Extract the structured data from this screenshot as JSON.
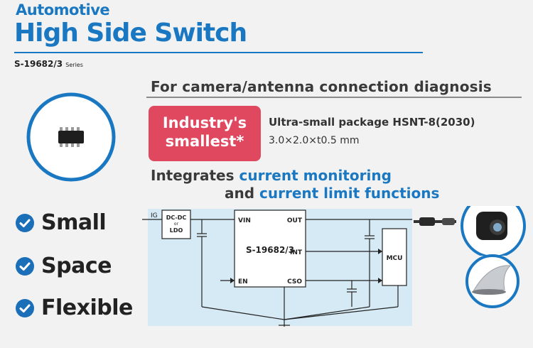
{
  "title": {
    "line1": "Automotive",
    "line2": "High Side Switch"
  },
  "part": {
    "number": "S-19682/3",
    "suffix": "Series"
  },
  "headline": "For camera/antenna connection diagnosis",
  "badge": {
    "line1": "Industry's",
    "line2": "smallest*"
  },
  "package": {
    "line1": "Ultra-small package HSNT-8(2030)",
    "line2": "3.0×2.0×t0.5 mm"
  },
  "integrates": {
    "pre": "Integrates ",
    "em1": "current monitoring",
    "mid": "and ",
    "em2": "current limit functions"
  },
  "features": [
    "Small",
    "Space",
    "Flexible"
  ],
  "diagram": {
    "ig": "IG",
    "dcdc": [
      "DC-DC",
      "or",
      "LDO"
    ],
    "ic": "S-19682/3",
    "pins": {
      "vin": "VIN",
      "out": "OUT",
      "int": "INT",
      "en": "EN",
      "cso": "CSO"
    },
    "mcu": "MCU"
  },
  "colors": {
    "brand_blue": "#1a78c2",
    "badge_red": "#e0485f",
    "diagram_bg": "#d6eaf6",
    "check_blue": "#1a6fb8"
  }
}
